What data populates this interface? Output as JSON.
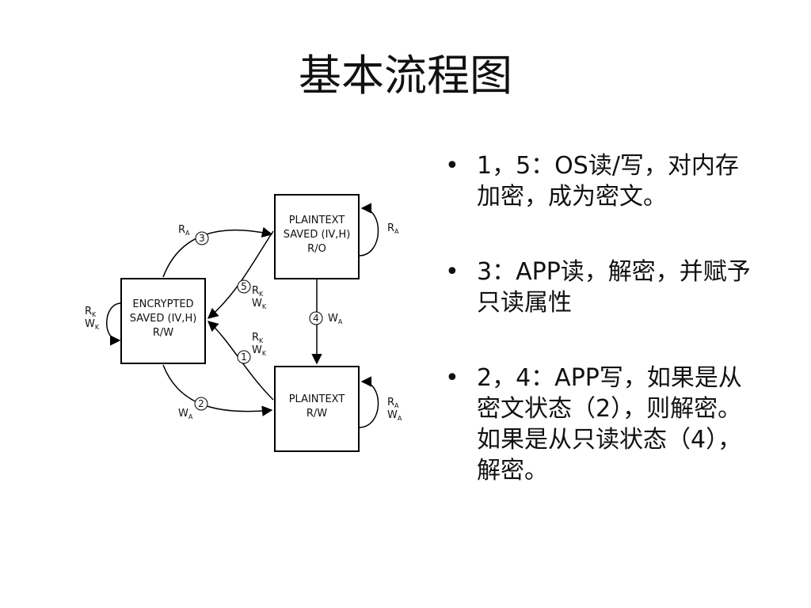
{
  "title": "基本流程图",
  "diagram": {
    "encrypted": {
      "line1": "ENCRYPTED",
      "line2": "SAVED (IV,H)",
      "line3": "R/W"
    },
    "plain_saved": {
      "line1": "PLAINTEXT",
      "line2": "SAVED (IV,H)",
      "line3": "R/O"
    },
    "plain_rw": {
      "line1": "PLAINTEXT",
      "line2": "R/W"
    },
    "letters": {
      "R": "R",
      "W": "W",
      "sub_A": "A",
      "sub_K": "K"
    },
    "circles": {
      "one": "1",
      "two": "2",
      "three": "3",
      "four": "4",
      "five": "5"
    }
  },
  "bullets": [
    "1，5：OS读/写，对内存加密，成为密文。",
    "3：APP读，解密，并赋予只读属性",
    "2，4：APP写，如果是从密文状态（2），则解密。如果是从只读状态（4），解密。"
  ]
}
